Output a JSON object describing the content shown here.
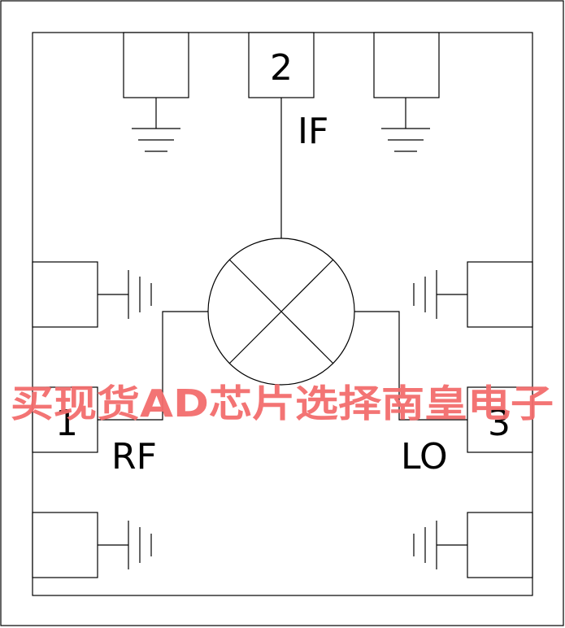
{
  "pins": {
    "if_pin": "2",
    "rf_pin": "1",
    "lo_pin": "3"
  },
  "labels": {
    "if": "IF",
    "rf": "RF",
    "lo": "LO"
  },
  "watermark": "买现货AD芯片选择南皇电子",
  "colors": {
    "line": "#000000",
    "watermark": "#f26d6d"
  }
}
